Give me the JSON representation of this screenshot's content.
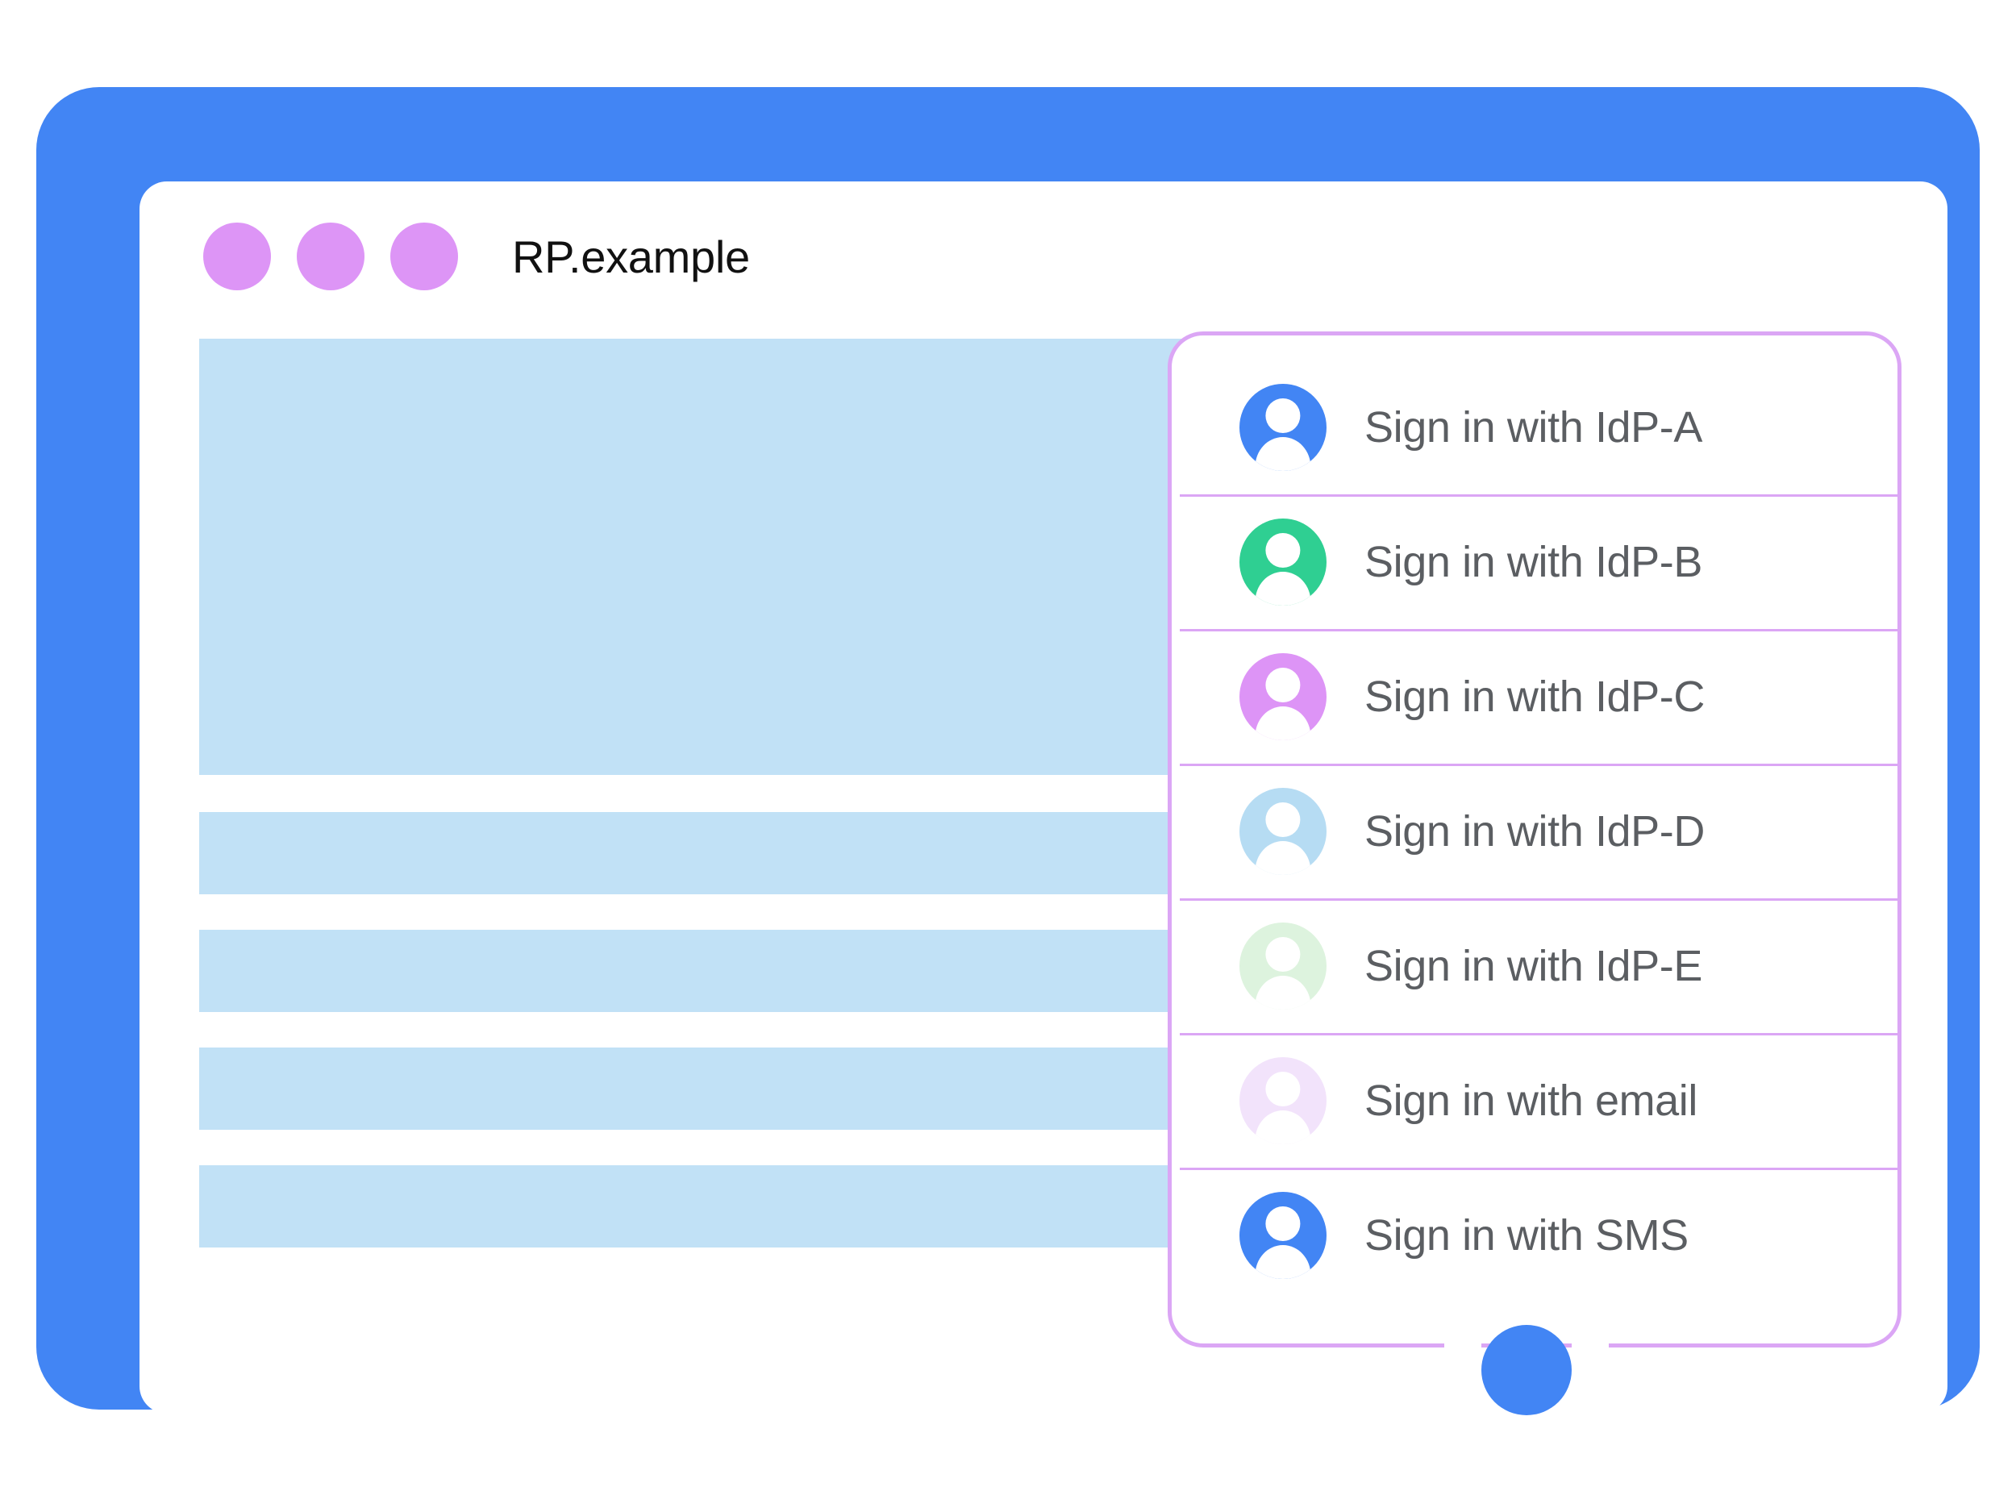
{
  "device": {
    "frame_color": "#4285f4",
    "screen_color": "#ffffff",
    "home_button_name": "home-button"
  },
  "titlebar": {
    "site_title": "RP.example",
    "dot_color": "#dd95f6",
    "dots": [
      "window-dot-1",
      "window-dot-2",
      "window-dot-3"
    ]
  },
  "content": {
    "placeholder_color": "#c1e1f6",
    "blocks": [
      {
        "name": "hero-placeholder-block",
        "type": "hero"
      },
      {
        "name": "content-placeholder-bar-1",
        "type": "bar"
      },
      {
        "name": "content-placeholder-bar-2",
        "type": "bar"
      },
      {
        "name": "content-placeholder-bar-3",
        "type": "bar"
      },
      {
        "name": "content-placeholder-bar-4",
        "type": "bar"
      }
    ]
  },
  "account_panel": {
    "border_color": "#dba6f5",
    "divider_color": "#dba6f5",
    "label_color": "#5b5e62",
    "accounts": [
      {
        "label": "Sign in with IdP-A",
        "icon": "person-avatar-icon",
        "avatar_color": "#4285f4"
      },
      {
        "label": "Sign in with IdP-B",
        "icon": "person-avatar-icon",
        "avatar_color": "#2fcf92"
      },
      {
        "label": "Sign in with IdP-C",
        "icon": "person-avatar-icon",
        "avatar_color": "#dd94f6"
      },
      {
        "label": "Sign in with IdP-D",
        "icon": "person-avatar-icon",
        "avatar_color": "#b6dcf3"
      },
      {
        "label": "Sign in with IdP-E",
        "icon": "person-avatar-icon",
        "avatar_color": "#ddf3de"
      },
      {
        "label": "Sign in with email",
        "icon": "person-avatar-icon",
        "avatar_color": "#f2e3fb"
      },
      {
        "label": "Sign in with SMS",
        "icon": "person-avatar-icon",
        "avatar_color": "#4285f4"
      }
    ]
  }
}
